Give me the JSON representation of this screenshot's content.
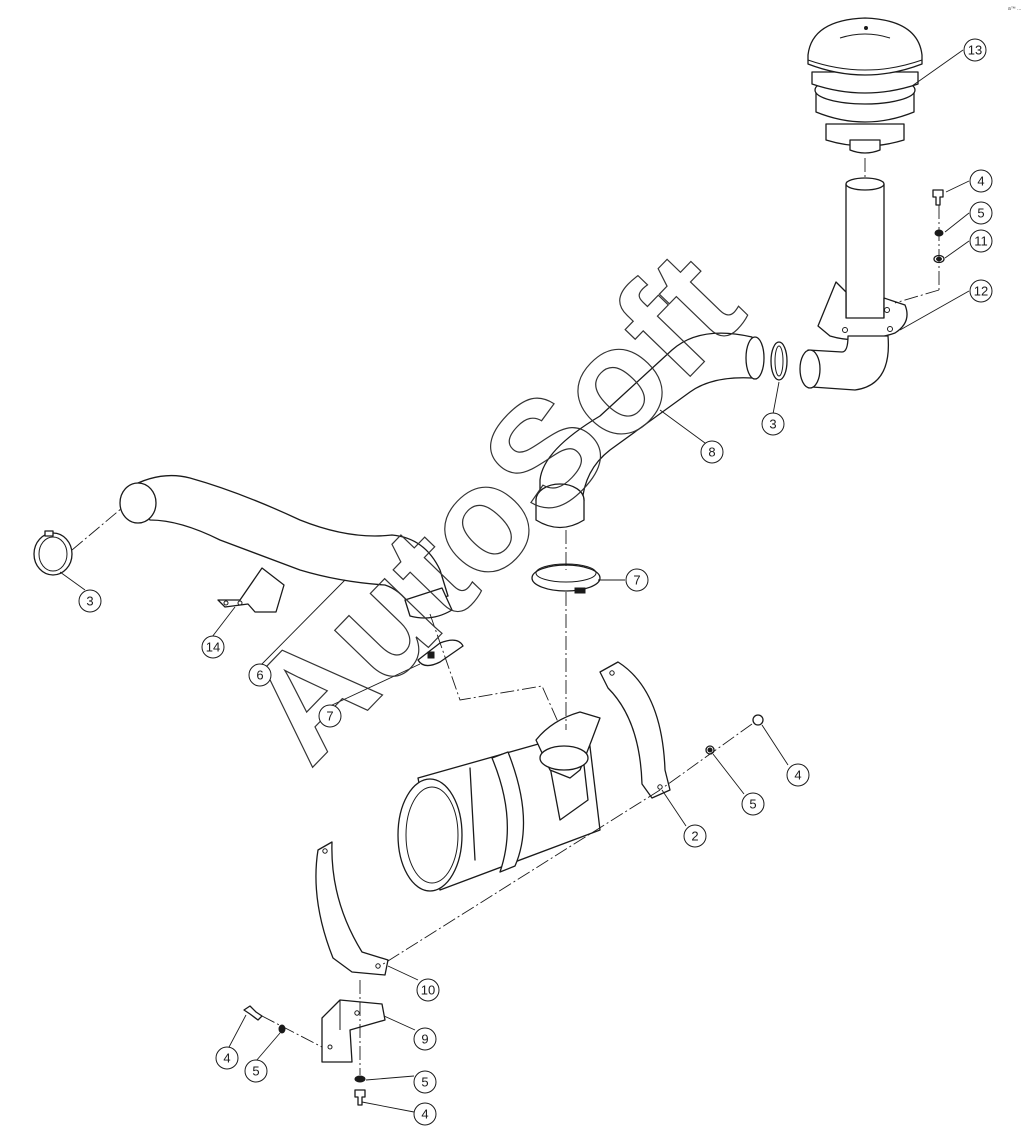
{
  "watermark": "AutoSoft",
  "corner_mark": "a™ ...",
  "callouts": [
    {
      "id": "c13",
      "label": "13"
    },
    {
      "id": "c4a",
      "label": "4"
    },
    {
      "id": "c5a",
      "label": "5"
    },
    {
      "id": "c11",
      "label": "11"
    },
    {
      "id": "c12",
      "label": "12"
    },
    {
      "id": "c3a",
      "label": "3"
    },
    {
      "id": "c8",
      "label": "8"
    },
    {
      "id": "c7a",
      "label": "7"
    },
    {
      "id": "c3b",
      "label": "3"
    },
    {
      "id": "c14",
      "label": "14"
    },
    {
      "id": "c6",
      "label": "6"
    },
    {
      "id": "c7b",
      "label": "7"
    },
    {
      "id": "c4b",
      "label": "4"
    },
    {
      "id": "c5b",
      "label": "5"
    },
    {
      "id": "c2",
      "label": "2"
    },
    {
      "id": "c10",
      "label": "10"
    },
    {
      "id": "c9",
      "label": "9"
    },
    {
      "id": "c4c",
      "label": "4"
    },
    {
      "id": "c5c",
      "label": "5"
    },
    {
      "id": "c5d",
      "label": "5"
    },
    {
      "id": "c4d",
      "label": "4"
    }
  ]
}
